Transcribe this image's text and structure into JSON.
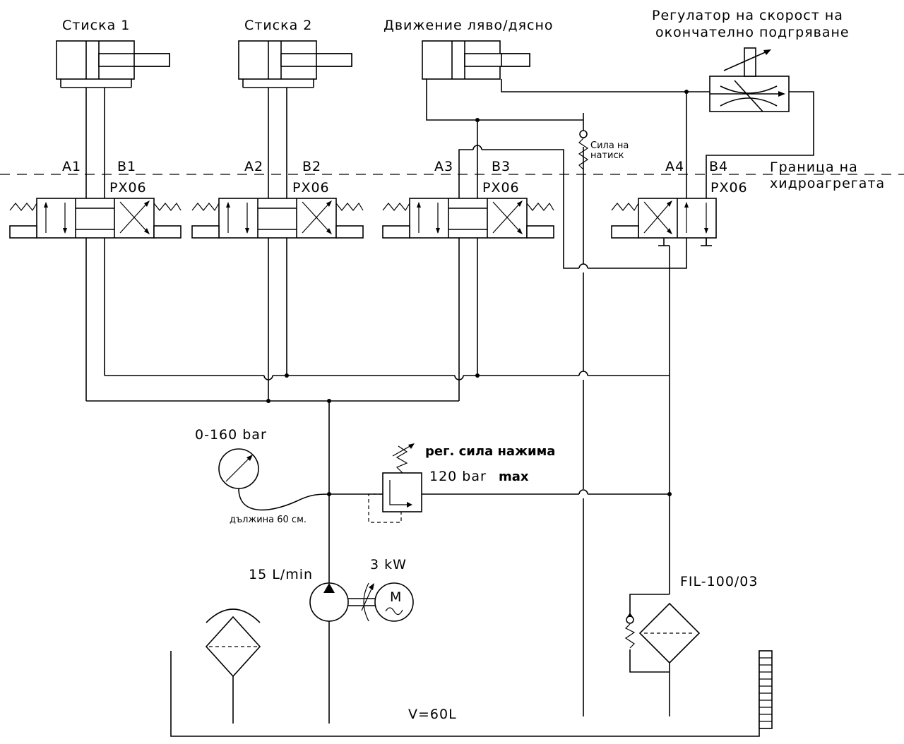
{
  "labels": {
    "cyl1": "Стиска 1",
    "cyl2": "Стиска 2",
    "cyl3": "Движение ляво/дясно",
    "regulator_l1": "Регулатор на скорост на",
    "regulator_l2": "окончателно подгряване",
    "force_l1": "Сила на",
    "force_l2": "натиск",
    "border_l1": "Граница на",
    "border_l2": "хидроагрегата",
    "a1": "A1",
    "b1": "B1",
    "a2": "A2",
    "b2": "B2",
    "a3": "A3",
    "b3": "B3",
    "a4": "A4",
    "b4": "B4",
    "valve": "PX06",
    "gauge_range": "0-160 bar",
    "hose_length": "дължина 60 см.",
    "relief_label": "рег. сила нажима",
    "relief_value": "120 bar",
    "relief_max": "max",
    "flow": "15 L/min",
    "power": "3 kW",
    "motor": "M",
    "filter": "FIL-100/03",
    "tank": "V=60L"
  }
}
